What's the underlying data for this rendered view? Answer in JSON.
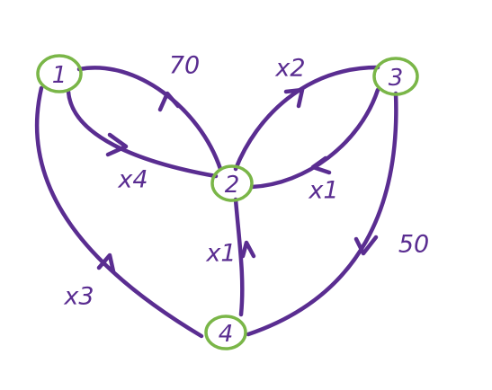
{
  "colors": {
    "edge": "#5a2d91",
    "node_outline": "#7ab648",
    "text": "#5a2d91",
    "background": "#ffffff"
  },
  "nodes": [
    {
      "id": "1",
      "label": "1"
    },
    {
      "id": "2",
      "label": "2"
    },
    {
      "id": "3",
      "label": "3"
    },
    {
      "id": "4",
      "label": "4"
    }
  ],
  "edges": [
    {
      "id": "e-2-1-upper",
      "from": "2",
      "to": "1",
      "label": "70"
    },
    {
      "id": "e-1-2-lower",
      "from": "1",
      "to": "2",
      "label": "x4"
    },
    {
      "id": "e-2-3-upper",
      "from": "2",
      "to": "3",
      "label": "x2"
    },
    {
      "id": "e-3-2-lower",
      "from": "3",
      "to": "2",
      "label": "x1"
    },
    {
      "id": "e-4-2",
      "from": "4",
      "to": "2",
      "label": "x1"
    },
    {
      "id": "e-4-1",
      "from": "4",
      "to": "1",
      "label": "x3"
    },
    {
      "id": "e-3-4",
      "from": "3",
      "to": "4",
      "label": "50"
    }
  ]
}
